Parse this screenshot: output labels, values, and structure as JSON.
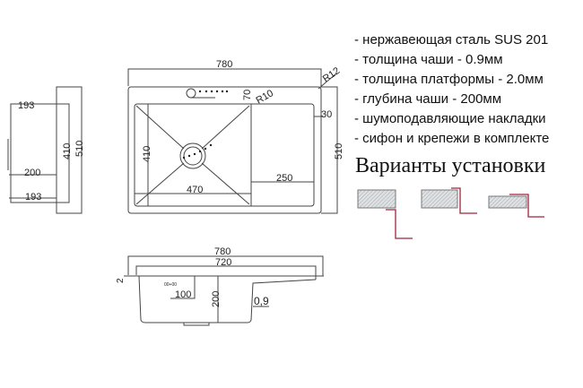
{
  "specs": [
    "- нержавеющая сталь SUS 201",
    "- толщина чаши - 0.9мм",
    "- толщина платформы - 2.0мм",
    "- глубина чаши - 200мм",
    "- шумоподавляющие накладки",
    "- сифон и крепежи в комплекте"
  ],
  "install_title": "Варианты установки",
  "side_view": {
    "d1": "193",
    "d2": "200",
    "d3": "193",
    "h_inner": "410",
    "h_outer": "510"
  },
  "top_view": {
    "width": "780",
    "r12": "R12",
    "r10": "R10",
    "d70": "70",
    "d30": "30",
    "height": "510",
    "bowl_h": "410",
    "bowl_w": "470",
    "wing": "250"
  },
  "section_view": {
    "width": "780",
    "inner_width": "720",
    "thickness": "2",
    "offset": "100",
    "depth": "200",
    "wall": "0,9",
    "small_label": "00+00"
  },
  "colors": {
    "lines": "#444444",
    "accent": "#a0243c",
    "hatch": "#cfd3d6"
  }
}
